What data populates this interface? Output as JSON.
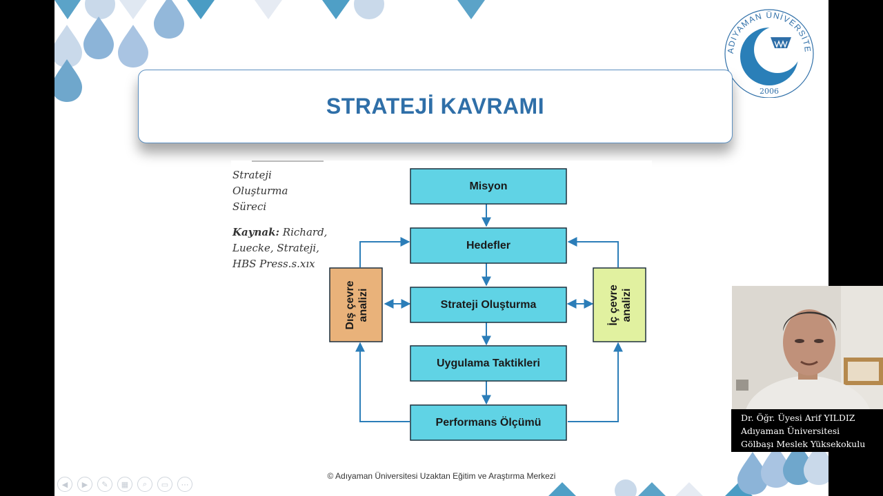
{
  "slide": {
    "title": "STRATEJİ KAVRAMI",
    "caption": {
      "line1": "Strateji",
      "line2": "Oluşturma",
      "line3": "Süreci",
      "source_label": "Kaynak:",
      "source_rest": " Richard,",
      "line5": "Luecke, Strateji,",
      "line6": "HBS Press.s.xıx"
    },
    "footer": "© Adıyaman Üniversitesi Uzaktan Eğitim ve Araştırma Merkezi",
    "logo": {
      "arc_text": "ADIYAMAN ÜNİVERSİTESİ",
      "year": "2006"
    }
  },
  "diagram": {
    "steps": [
      "Misyon",
      "Hedefler",
      "Strateji Oluşturma",
      "Uygulama Taktikleri",
      "Performans Ölçümü"
    ],
    "left_box": [
      "Dış çevre",
      "analizi"
    ],
    "right_box": [
      "İç çevre",
      "analizi"
    ],
    "colors": {
      "step_fill": "#60d3e5",
      "left_fill": "#e9b27a",
      "right_fill": "#e1f1a0",
      "arrow": "#2b7db8"
    }
  },
  "webcam": {
    "name": "Dr. Öğr. Üyesi Arif YILDIZ",
    "university": "Adıyaman Üniversitesi",
    "school": "Gölbaşı Meslek Yüksekokulu"
  },
  "toolbar": [
    "previous-icon",
    "next-icon",
    "pen-icon",
    "slides-icon",
    "zoom-icon",
    "subtitles-icon",
    "more-icon"
  ],
  "colors": {
    "accent": "#2f6fa8",
    "drop_dark": "#5a9ac9",
    "drop_light": "#c9d9ea"
  }
}
